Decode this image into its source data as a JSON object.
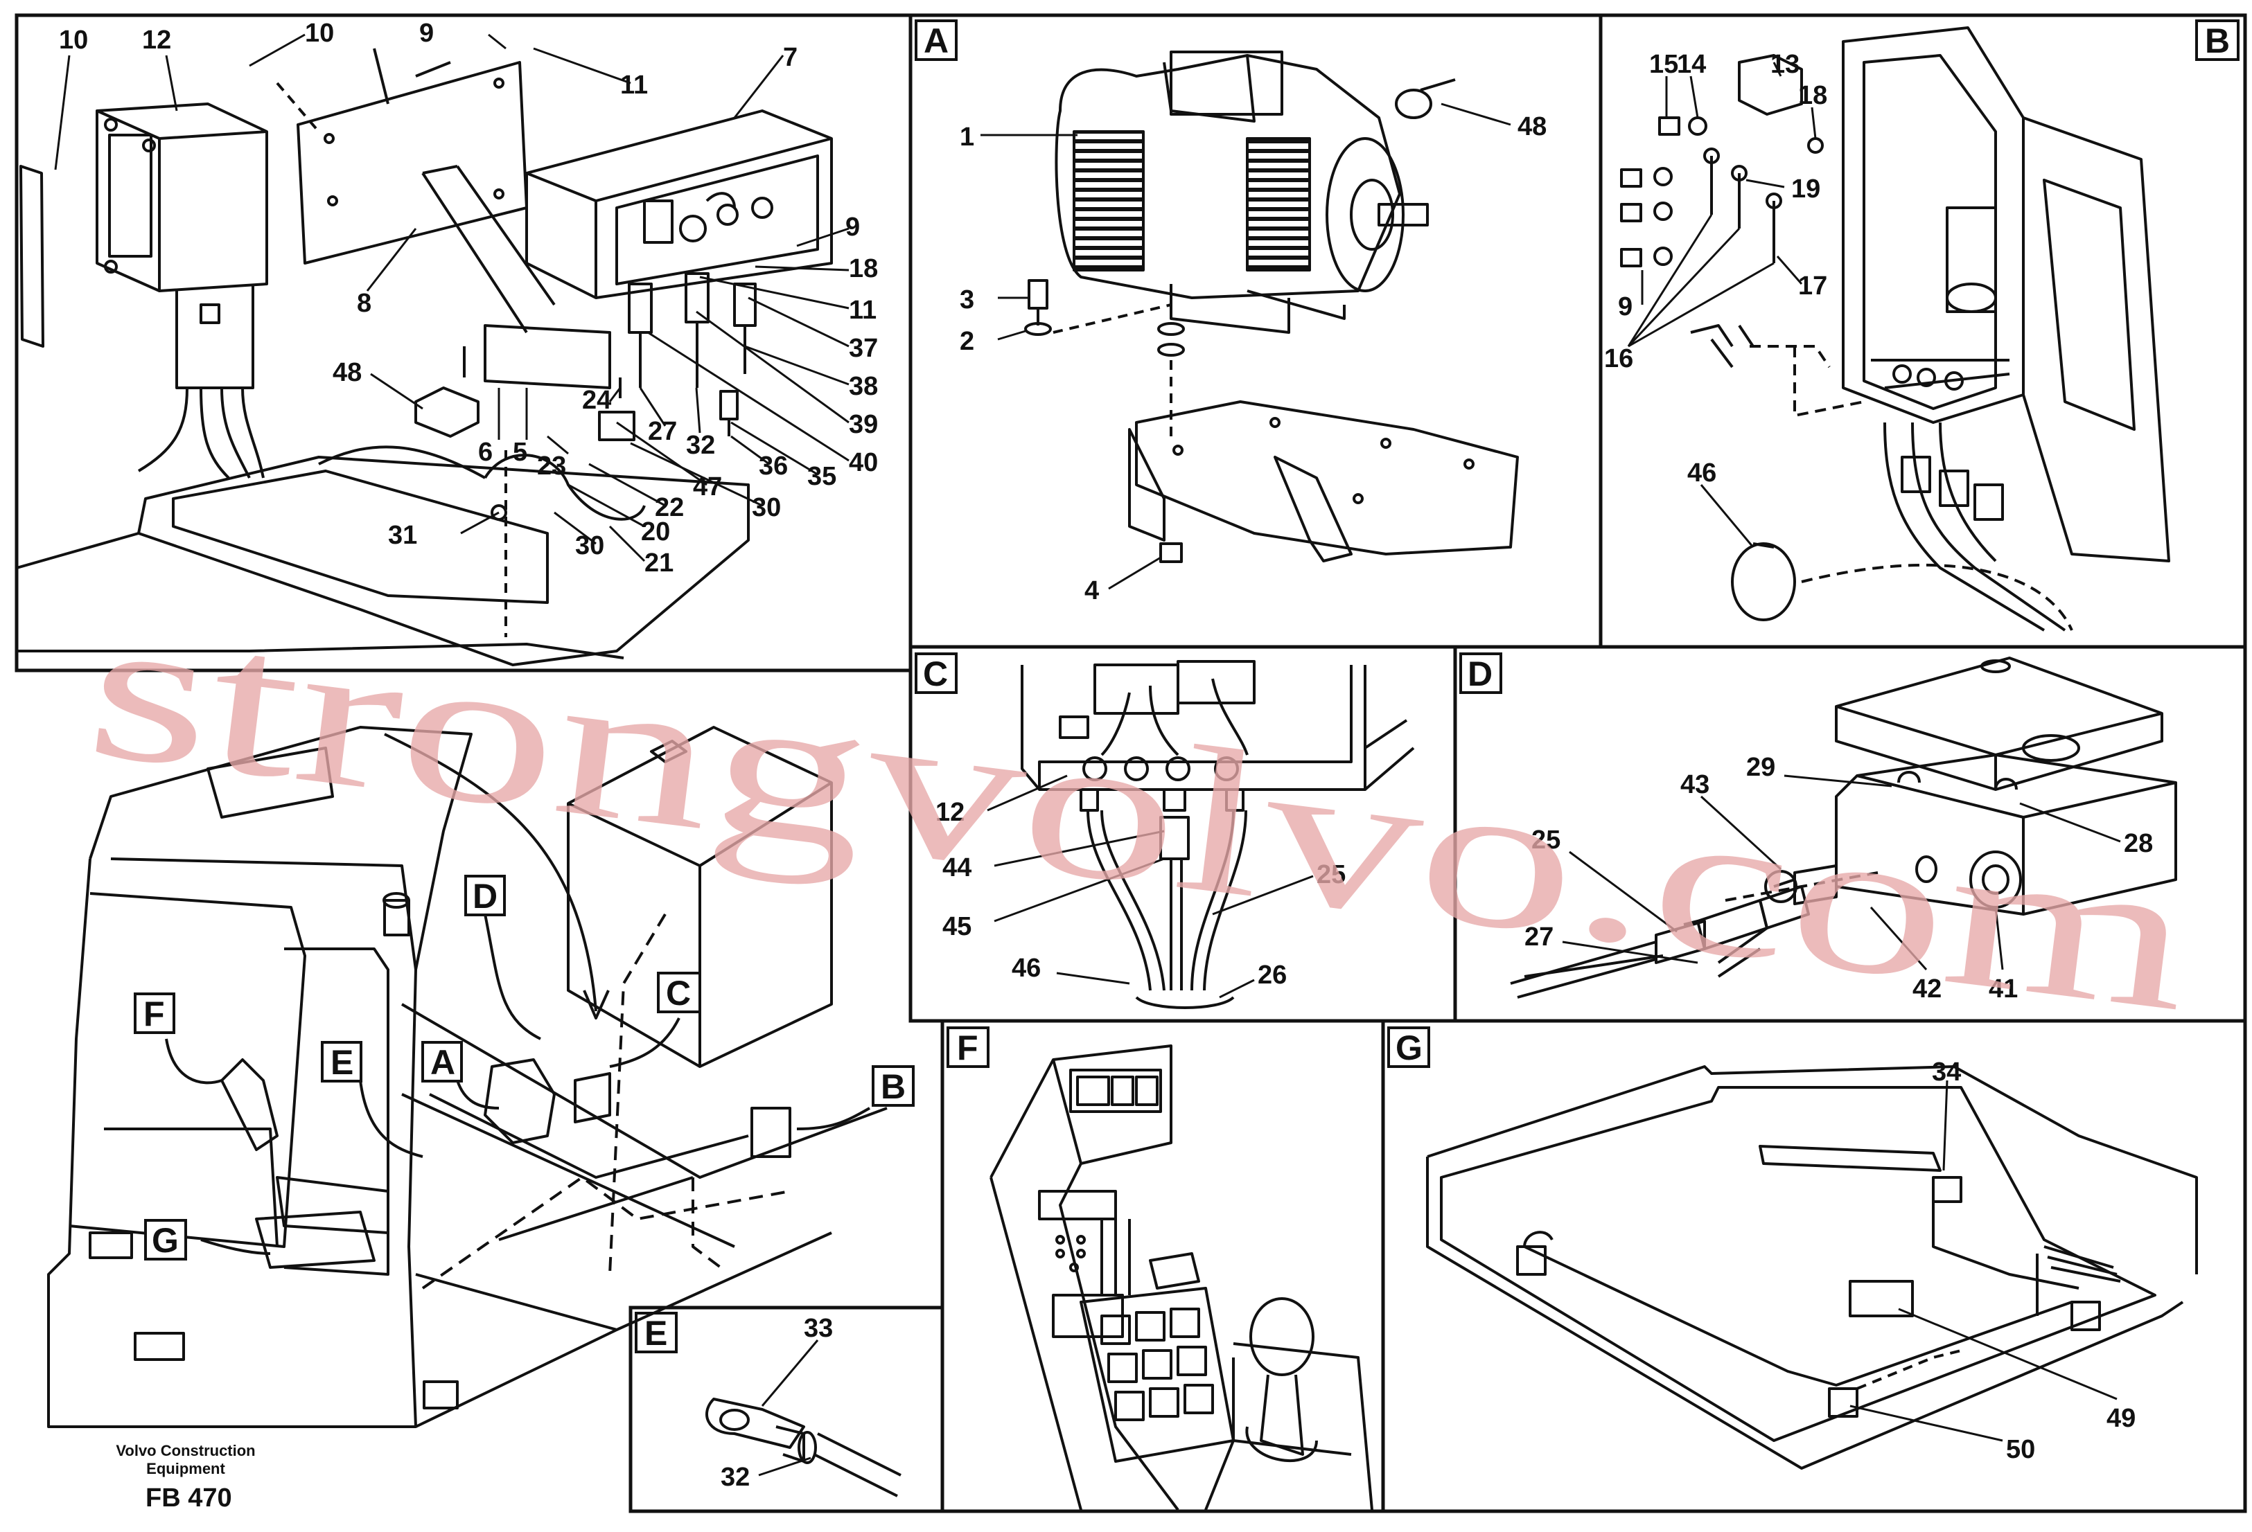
{
  "watermark": "strongvolvo.com",
  "footer": {
    "maker": "Volvo Construction",
    "maker_line2": "Equipment",
    "code": "FB 470"
  },
  "views": {
    "main": {
      "labels": [
        "10",
        "12",
        "10",
        "9",
        "11",
        "7",
        "9",
        "18",
        "11",
        "37",
        "38",
        "39",
        "40",
        "35",
        "36",
        "30",
        "47",
        "32",
        "27",
        "24",
        "23",
        "22",
        "20",
        "21",
        "30",
        "31",
        "5",
        "6",
        "48",
        "8"
      ]
    },
    "A": {
      "tag": "A",
      "labels": [
        "1",
        "48",
        "3",
        "2",
        "4"
      ]
    },
    "B": {
      "tag": "B",
      "labels": [
        "15",
        "14",
        "13",
        "18",
        "19",
        "17",
        "9",
        "16",
        "46"
      ]
    },
    "C": {
      "tag": "C",
      "labels": [
        "12",
        "44",
        "45",
        "25",
        "46",
        "26"
      ]
    },
    "D": {
      "tag": "D",
      "labels": [
        "43",
        "29",
        "25",
        "28",
        "27",
        "42",
        "41"
      ]
    },
    "E": {
      "tag": "E",
      "labels": [
        "33",
        "32"
      ]
    },
    "F": {
      "tag": "F"
    },
    "G": {
      "tag": "G",
      "labels": [
        "34",
        "49",
        "50"
      ]
    },
    "overview": {
      "tags": [
        "F",
        "D",
        "E",
        "A",
        "C",
        "B",
        "G"
      ]
    }
  }
}
